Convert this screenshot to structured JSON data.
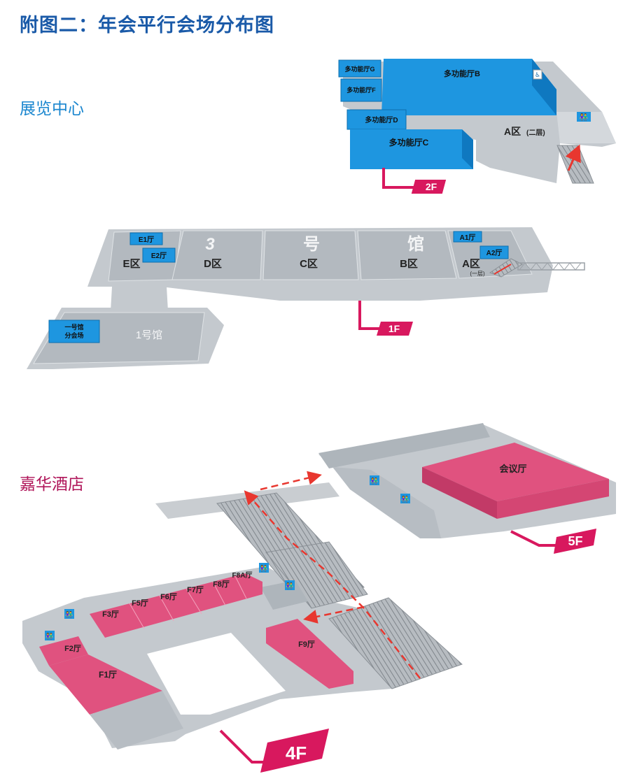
{
  "title": "附图二：年会平行会场分布图",
  "sections": {
    "expo": "展览中心",
    "hotel": "嘉华酒店"
  },
  "expo_2f": {
    "floor": "2F",
    "halls": {
      "g": "多功能厅G",
      "f": "多功能厅F",
      "b": "多功能厅B",
      "d": "多功能厅D",
      "c": "多功能厅C"
    },
    "zone": "A区",
    "zone_note": "(二层)"
  },
  "expo_1f": {
    "floor": "1F",
    "hall3_chars": [
      "3",
      "号",
      "馆"
    ],
    "zones": {
      "e": "E区",
      "d": "D区",
      "c": "C区",
      "b": "B区",
      "a": "A区",
      "a_note": "(一层)"
    },
    "rooms": {
      "e1": "E1厅",
      "e2": "E2厅",
      "a1": "A1厅",
      "a2": "A2厅"
    },
    "hall1": "1号馆",
    "hall1_sub_line1": "一号馆",
    "hall1_sub_line2": "分会场"
  },
  "hotel_5f": {
    "floor": "5F",
    "meeting": "会议厅"
  },
  "hotel_4f": {
    "floor": "4F",
    "rooms": {
      "f1": "F1厅",
      "f2": "F2厅",
      "f3": "F3厅",
      "f5": "F5厅",
      "f6": "F6厅",
      "f7": "F7厅",
      "f8": "F8厅",
      "f8a": "F8A厅",
      "f9": "F9厅"
    }
  },
  "colors": {
    "title": "#1a5aa8",
    "expo_heading": "#1a86cf",
    "hotel_heading": "#b0165a",
    "blue_room": "#1e96e0",
    "pink_room": "#e0527f",
    "floor_tag": "#d8185e",
    "floor_grey": "#c4c9ce",
    "arrow": "#e8372f"
  },
  "icons": {
    "restroom": "restroom-icon",
    "escalator": "escalator-icon",
    "direction": "dashed-arrow-icon"
  }
}
